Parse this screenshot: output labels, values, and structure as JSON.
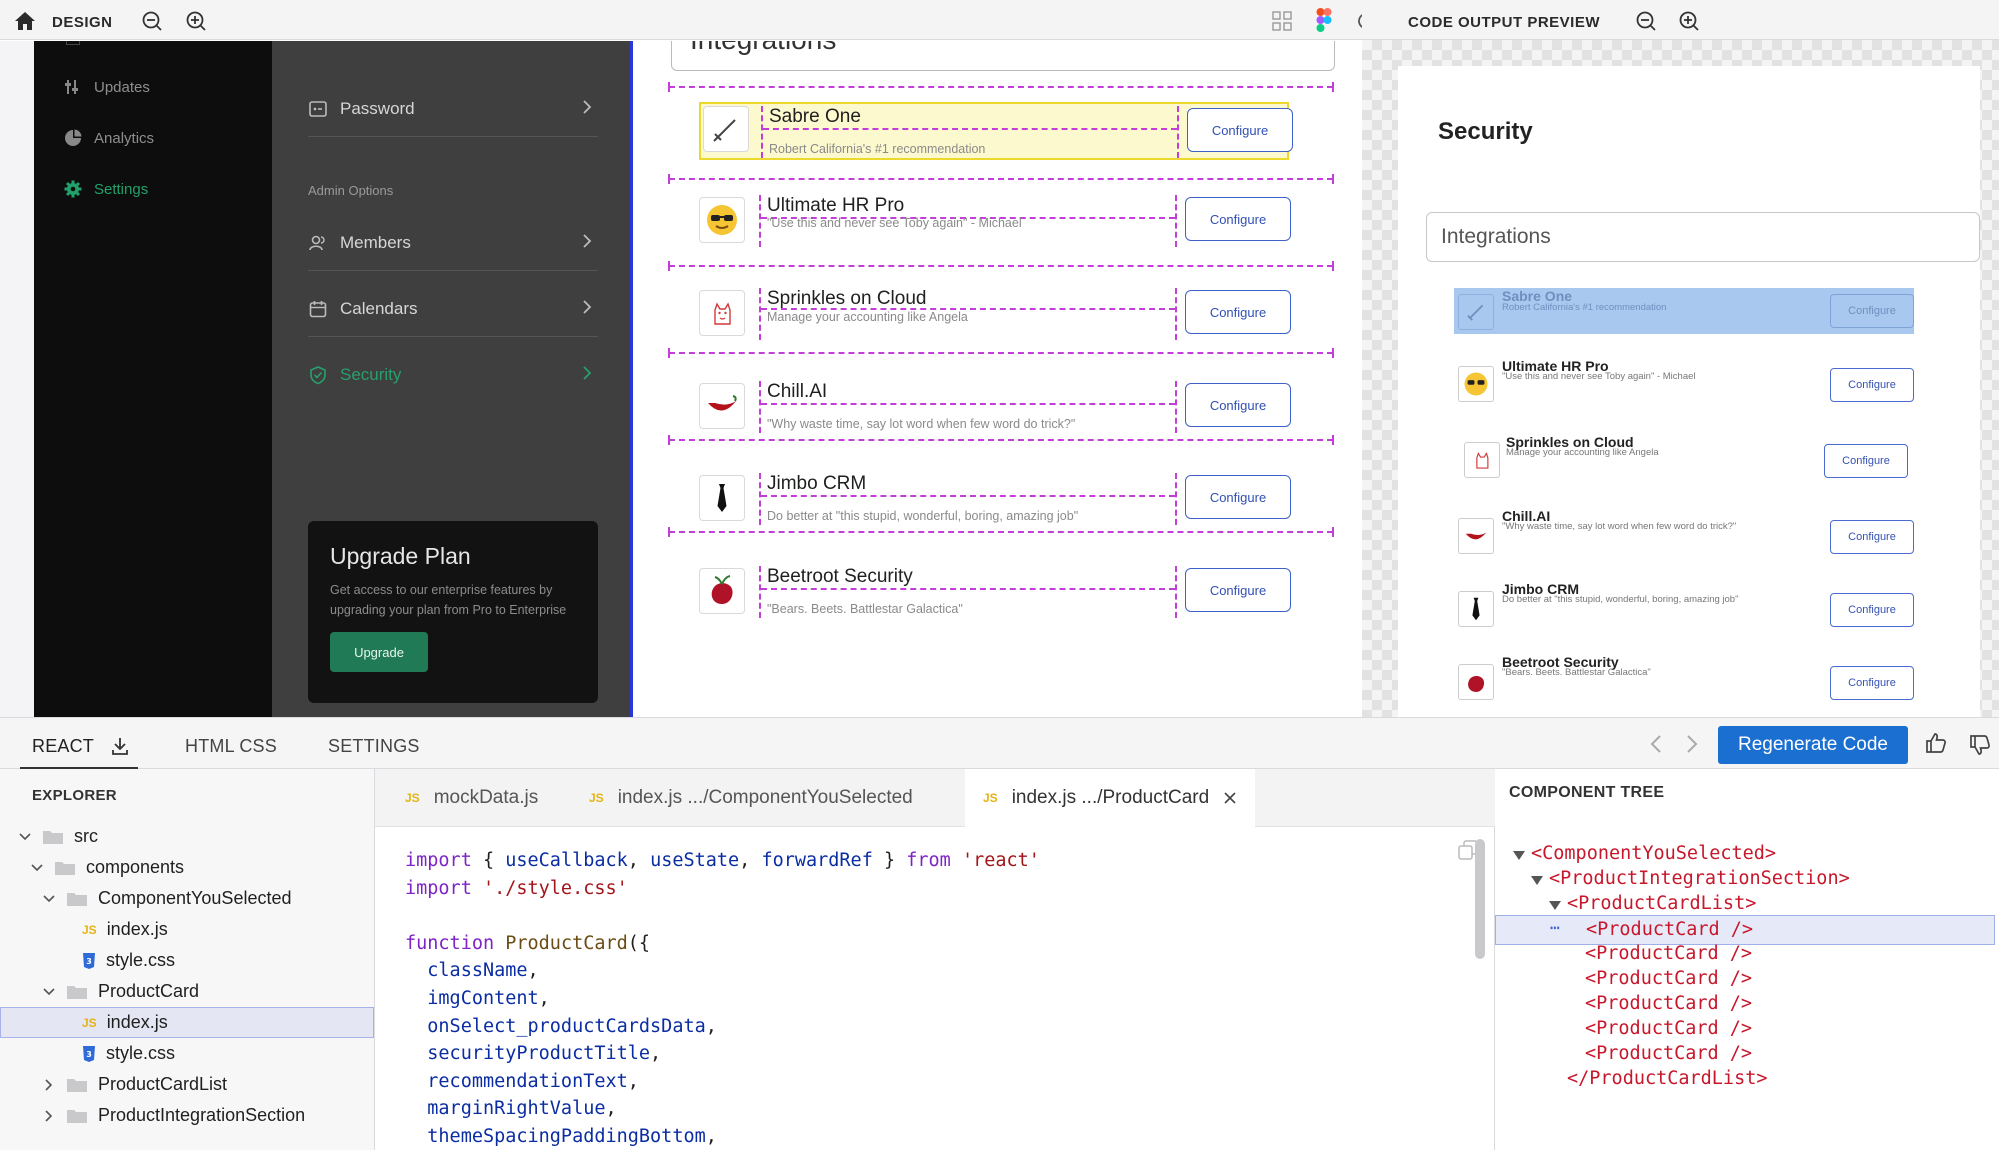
{
  "toolbar": {
    "design_label": "DESIGN",
    "preview_label": "CODE OUTPUT PREVIEW"
  },
  "app_nav": {
    "items": [
      {
        "label": "Updates",
        "icon": "updates-icon"
      },
      {
        "label": "Analytics",
        "icon": "pie-chart-icon"
      },
      {
        "label": "Settings",
        "icon": "gear-icon",
        "active": true
      }
    ]
  },
  "settings": {
    "password": "Password",
    "admin_options": "Admin Options",
    "members": "Members",
    "calendars": "Calendars",
    "security": "Security"
  },
  "upgrade": {
    "title": "Upgrade Plan",
    "description": "Get access to our enterprise features by upgrading your plan from Pro to Enterprise",
    "button": "Upgrade"
  },
  "integrations": {
    "heading": "Integrations",
    "configure_label": "Configure",
    "cards": [
      {
        "title": "Sabre One",
        "subtitle": "Robert California's #1 recommendation",
        "icon": "sword-icon"
      },
      {
        "title": "Ultimate HR Pro",
        "subtitle": "\"Use this and never see Toby again\" - Michael",
        "icon": "sunglasses-emoji-icon"
      },
      {
        "title": "Sprinkles on Cloud",
        "subtitle": "Manage your accounting like Angela",
        "icon": "cat-icon"
      },
      {
        "title": "Chill.AI",
        "subtitle": "\"Why waste time, say lot word when few word do trick?\"",
        "icon": "chili-icon"
      },
      {
        "title": "Jimbo CRM",
        "subtitle": "Do better at \"this stupid, wonderful, boring, amazing job\"",
        "icon": "tie-icon"
      },
      {
        "title": "Beetroot Security",
        "subtitle": "\"Bears. Beets. Battlestar Galactica\"",
        "icon": "beet-icon"
      }
    ]
  },
  "preview": {
    "title": "Security",
    "integrations_heading": "Integrations"
  },
  "bottom_tabs": {
    "react": "REACT",
    "html_css": "HTML CSS",
    "settings": "SETTINGS",
    "regenerate": "Regenerate Code"
  },
  "explorer": {
    "title": "EXPLORER",
    "items": [
      {
        "label": "src",
        "type": "folder"
      },
      {
        "label": "components",
        "type": "folder"
      },
      {
        "label": "ComponentYouSelected",
        "type": "folder"
      },
      {
        "label": "index.js",
        "type": "js"
      },
      {
        "label": "style.css",
        "type": "css"
      },
      {
        "label": "ProductCard",
        "type": "folder"
      },
      {
        "label": "index.js",
        "type": "js",
        "selected": true
      },
      {
        "label": "style.css",
        "type": "css"
      },
      {
        "label": "ProductCardList",
        "type": "folder"
      },
      {
        "label": "ProductIntegrationSection",
        "type": "folder"
      }
    ]
  },
  "editor": {
    "tabs": [
      {
        "label": "mockData.js"
      },
      {
        "label": "index.js .../ComponentYouSelected"
      },
      {
        "label": "index.js .../ProductCard",
        "active": true
      }
    ],
    "code_lines": [
      "import { useCallback, useState, forwardRef } from 'react'",
      "import './style.css'",
      "",
      "function ProductCard({",
      "  className,",
      "  imgContent,",
      "  onSelect_productCardsData,",
      "  securityProductTitle,",
      "  recommendationText,",
      "  marginRightValue,",
      "  themeSpacingPaddingBottom,"
    ]
  },
  "component_tree": {
    "title": "COMPONENT TREE",
    "nodes": [
      "<ComponentYouSelected>",
      "<ProductIntegrationSection>",
      "<ProductCardList>",
      "<ProductCard />",
      "<ProductCard />",
      "<ProductCard />",
      "<ProductCard />",
      "<ProductCard />",
      "<ProductCard />",
      "</ProductCardList>"
    ]
  },
  "colors": {
    "accent_green": "#22a06b",
    "accent_blue": "#1b6fd1",
    "guide_magenta": "#c13fd6",
    "tree_tag_red": "#c7172b"
  }
}
